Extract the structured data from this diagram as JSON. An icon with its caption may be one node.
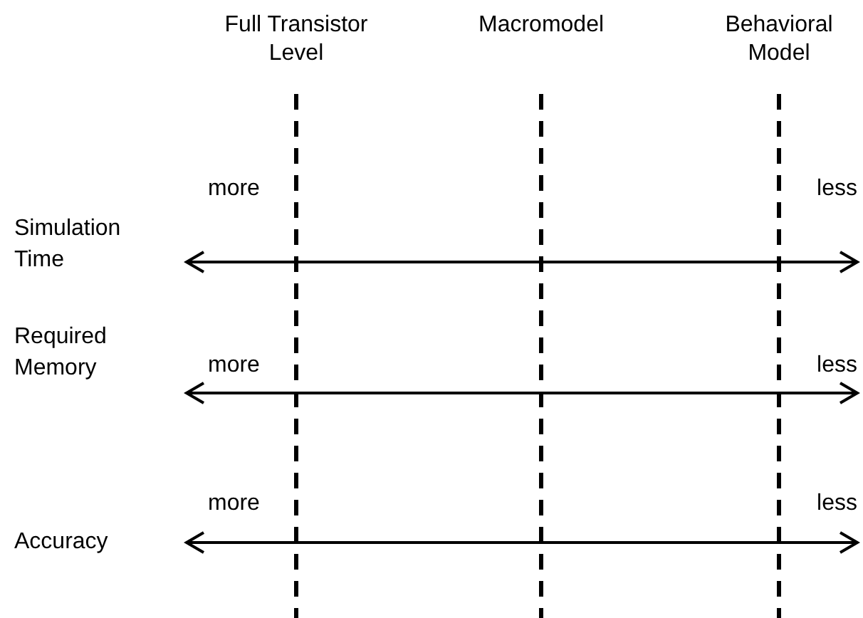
{
  "diagram": {
    "labels": [
      "Full Transistor Level",
      "Macromodel",
      "Behavioral Model",
      "Simulation Time",
      "more",
      "less",
      "Required Memory",
      "more",
      "less",
      "Accuracy",
      "more",
      "less"
    ]
  }
}
